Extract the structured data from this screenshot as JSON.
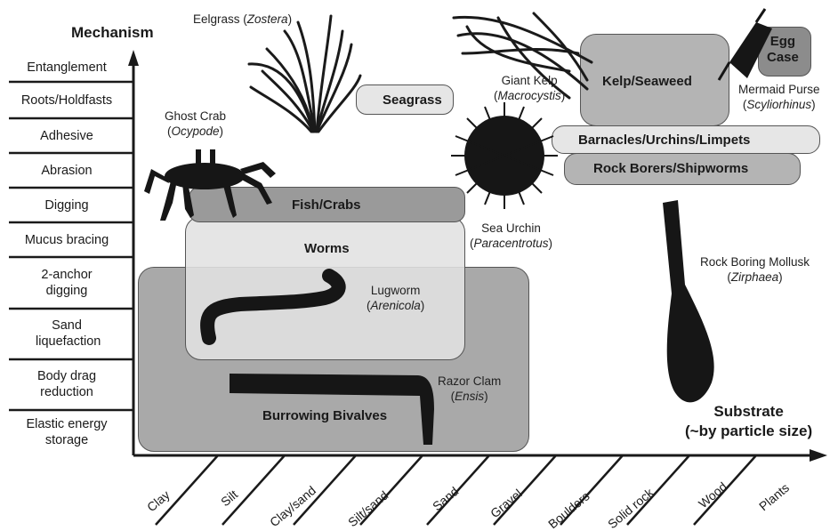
{
  "y_axis": {
    "title": "Mechanism",
    "ticks": [
      "Entanglement",
      "Roots/Holdfasts",
      "Adhesive",
      "Abrasion",
      "Digging",
      "Mucus bracing",
      "2-anchor digging",
      "Sand liquefaction",
      "Body drag reduction",
      "Elastic energy storage"
    ]
  },
  "x_axis": {
    "title_line1": "Substrate",
    "title_line2": "(~by particle size)",
    "ticks": [
      "Clay",
      "Silt",
      "Clay/sand",
      "Silt/sand",
      "Sand",
      "Gravel",
      "Boulders",
      "Solid rock",
      "Wood",
      "Plants"
    ]
  },
  "regions": {
    "burrowing_bivalves": "Burrowing Bivalves",
    "worms": "Worms",
    "fish_crabs": "Fish/Crabs",
    "seagrass": "Seagrass",
    "kelp_seaweed": "Kelp/Seaweed",
    "egg_case_line1": "Egg",
    "egg_case_line2": "Case",
    "barnacles": "Barnacles/Urchins/Limpets",
    "rock_borers": "Rock Borers/Shipworms"
  },
  "organisms": {
    "eelgrass": {
      "name": "Eelgrass",
      "sci": "Zostera"
    },
    "ghost_crab": {
      "name": "Ghost Crab",
      "sci": "Ocypode"
    },
    "giant_kelp": {
      "name": "Giant Kelp",
      "sci": "Macrocystis"
    },
    "mermaid_purse": {
      "name": "Mermaid Purse",
      "sci": "Scyliorhinus"
    },
    "sea_urchin": {
      "name": "Sea Urchin",
      "sci": "Paracentrotus"
    },
    "lugworm": {
      "name": "Lugworm",
      "sci": "Arenicola"
    },
    "razor_clam": {
      "name": "Razor Clam",
      "sci": "Ensis"
    },
    "rock_boring_mollusk": {
      "name": "Rock Boring Mollusk",
      "sci": "Zirphaea"
    }
  },
  "colors": {
    "bivalves_fill": "#a9a9a9",
    "worms_fill": "#d9d9d9",
    "fish_fill": "#9a9a9a",
    "light_fill": "#e6e6e6",
    "mid_fill": "#b4b4b4",
    "egg_fill": "#8c8c8c",
    "silhouette": "#161616"
  }
}
